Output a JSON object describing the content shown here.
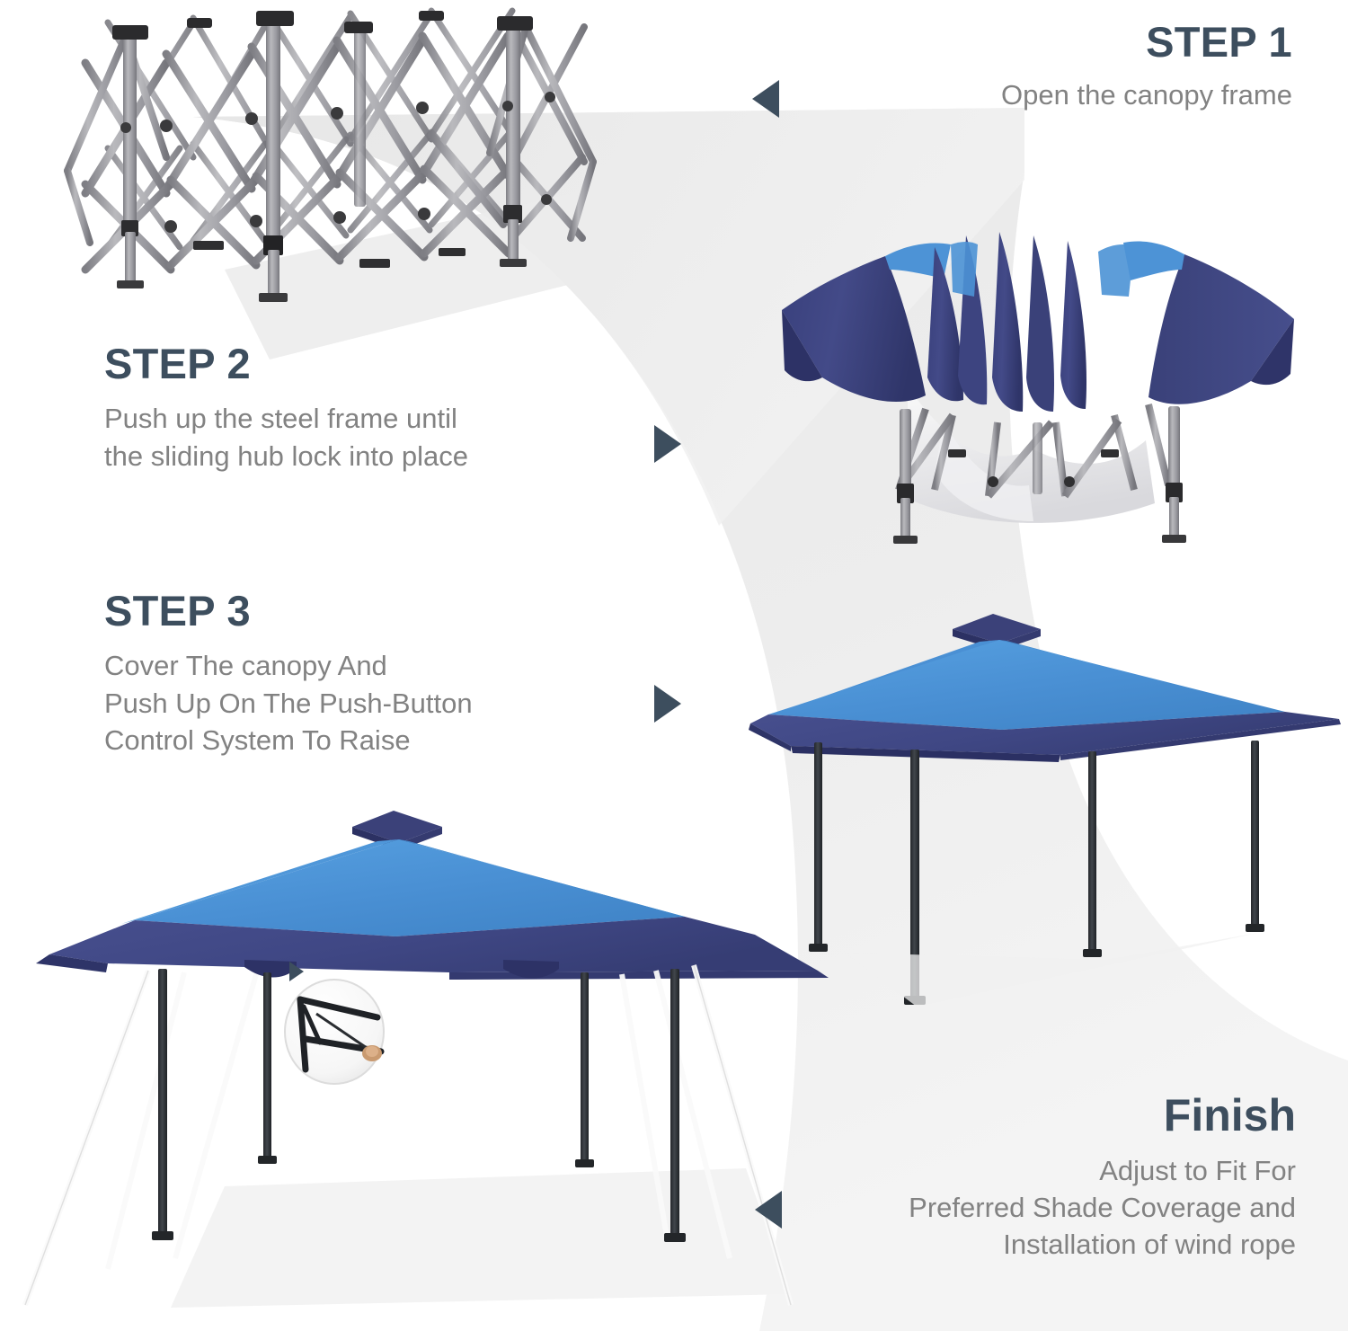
{
  "palette": {
    "heading": "#3d4e5e",
    "body_text": "#828282",
    "page_bg": "#ffffff",
    "swoosh_gray": "#ededed",
    "frame_steel": "#9a9a9e",
    "frame_dark": "#2d2d2f",
    "canopy_roof_blue": "#4a90d4",
    "canopy_skirt_navy": "#3f4784",
    "canopy_underside": "#e9e9ec",
    "leg_dark": "#2e3236",
    "rope_white": "#fbfbfb"
  },
  "steps": [
    {
      "id": "step-1",
      "title": "STEP 1",
      "lines": [
        "Open the canopy frame"
      ],
      "align": "right",
      "marker": "triangle-left",
      "image": "canopy-frame-unfolded"
    },
    {
      "id": "step-2",
      "title": "STEP 2",
      "lines": [
        "Push up the steel frame until",
        "the sliding hub lock into place"
      ],
      "align": "left",
      "marker": "triangle-right",
      "image": "canopy-fabric-draped"
    },
    {
      "id": "step-3",
      "title": "STEP 3",
      "lines": [
        "Cover The canopy And",
        "Push Up On The Push-Button",
        "Control System To Raise"
      ],
      "align": "left",
      "marker": "triangle-right",
      "image": "canopy-raised"
    },
    {
      "id": "finish",
      "title": "Finish",
      "lines": [
        "Adjust to Fit For",
        "Preferred Shade Coverage and",
        "Installation of wind rope"
      ],
      "align": "right",
      "marker": "triangle-left",
      "image": "canopy-final-with-ropes"
    }
  ],
  "detail_callout": {
    "name": "rope-attachment-detail",
    "marker": "triangle-small-right"
  }
}
